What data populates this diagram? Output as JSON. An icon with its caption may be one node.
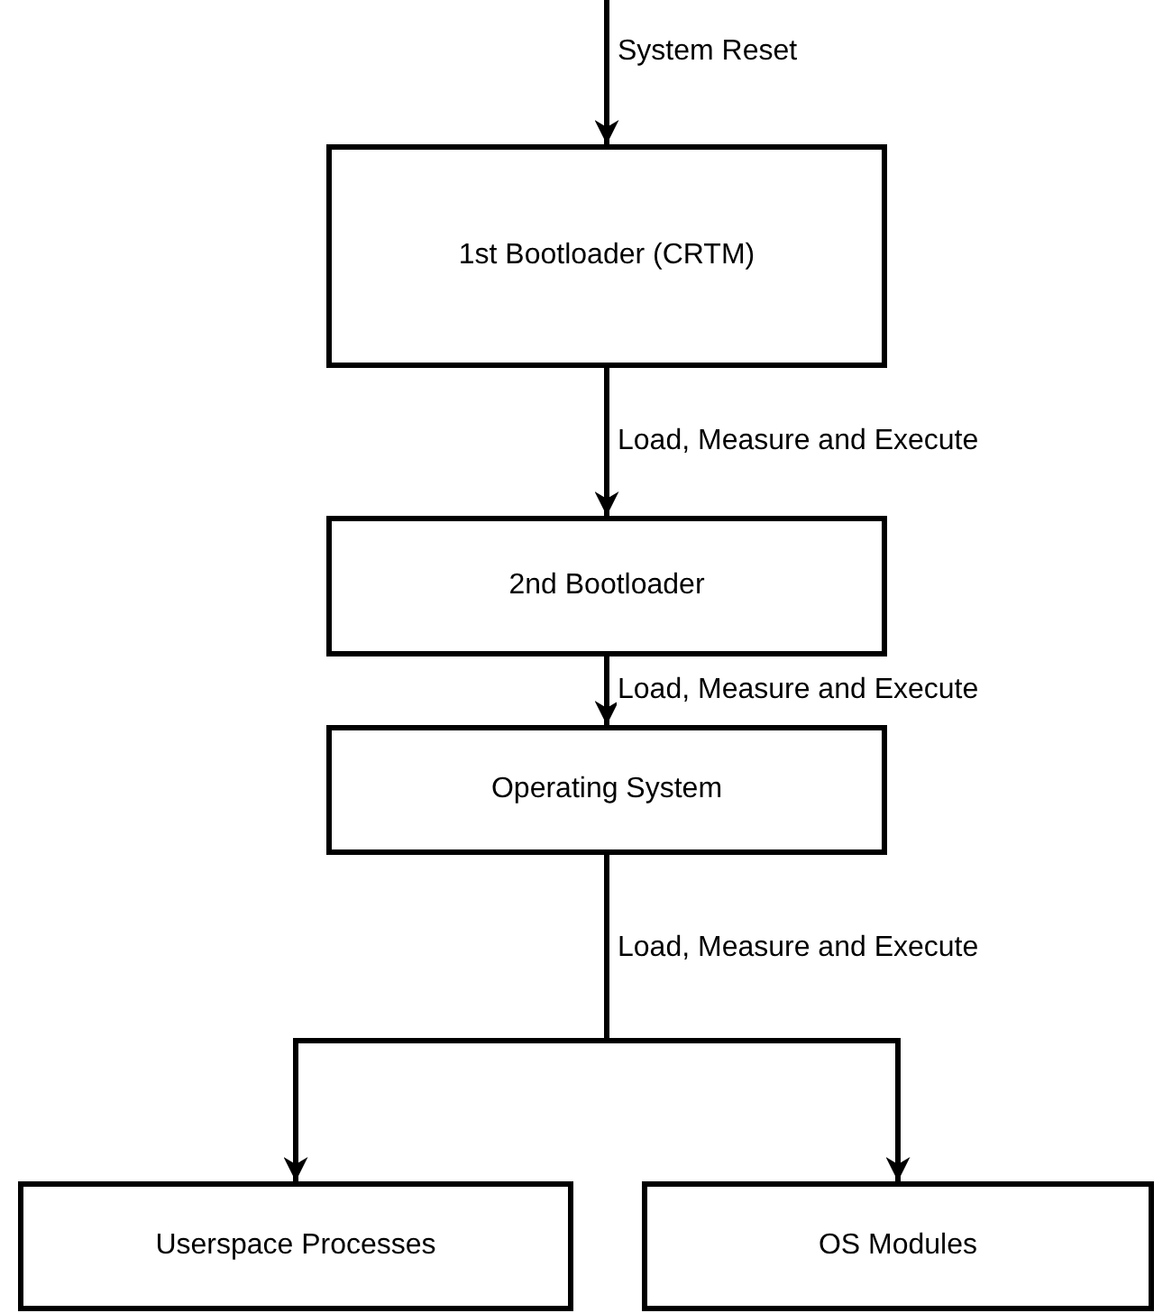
{
  "diagram": {
    "nodes": [
      {
        "text": [
          "1st Bootloader (CRTM)"
        ]
      },
      {
        "text": [
          "2nd Bootloader"
        ]
      },
      {
        "text": [
          "Operating System"
        ]
      },
      {
        "text": [
          "Userspace Processes"
        ]
      },
      {
        "text": [
          "OS Modules"
        ]
      }
    ],
    "edges": [
      {
        "from": null,
        "to": 0,
        "arrow": "to",
        "label": "System Reset"
      },
      {
        "from": 0,
        "to": 1,
        "arrow": "to",
        "label": "Load, Measure and Execute"
      },
      {
        "from": 1,
        "to": 2,
        "arrow": "to",
        "label": "Load, Measure and Execute"
      },
      {
        "from": 2,
        "to": 3,
        "arrow": "to",
        "label": "Load, Measure and Execute"
      },
      {
        "from": 2,
        "to": 4,
        "arrow": "to"
      }
    ]
  }
}
